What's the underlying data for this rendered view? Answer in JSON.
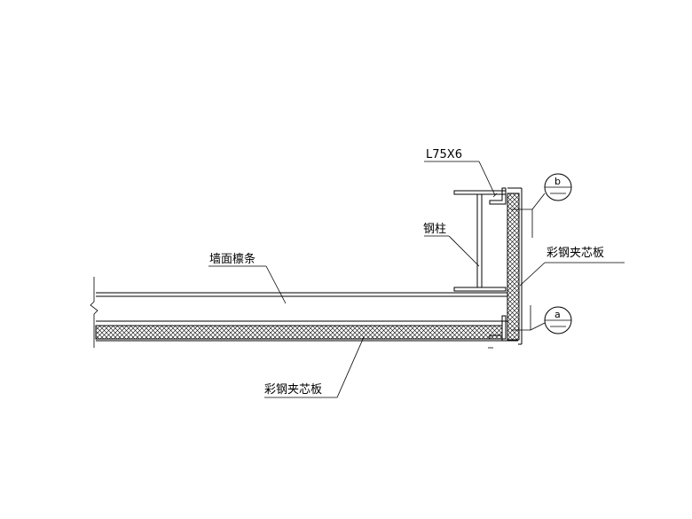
{
  "labels": {
    "angle": "L75X6",
    "column": "钢柱",
    "panel_vertical": "彩钢夹芯板",
    "purlin": "墙面檩条",
    "panel_horizontal": "彩钢夹芯板",
    "callout_top": "b",
    "callout_bottom": "a"
  },
  "colors": {
    "line": "#000000",
    "background": "#ffffff"
  }
}
